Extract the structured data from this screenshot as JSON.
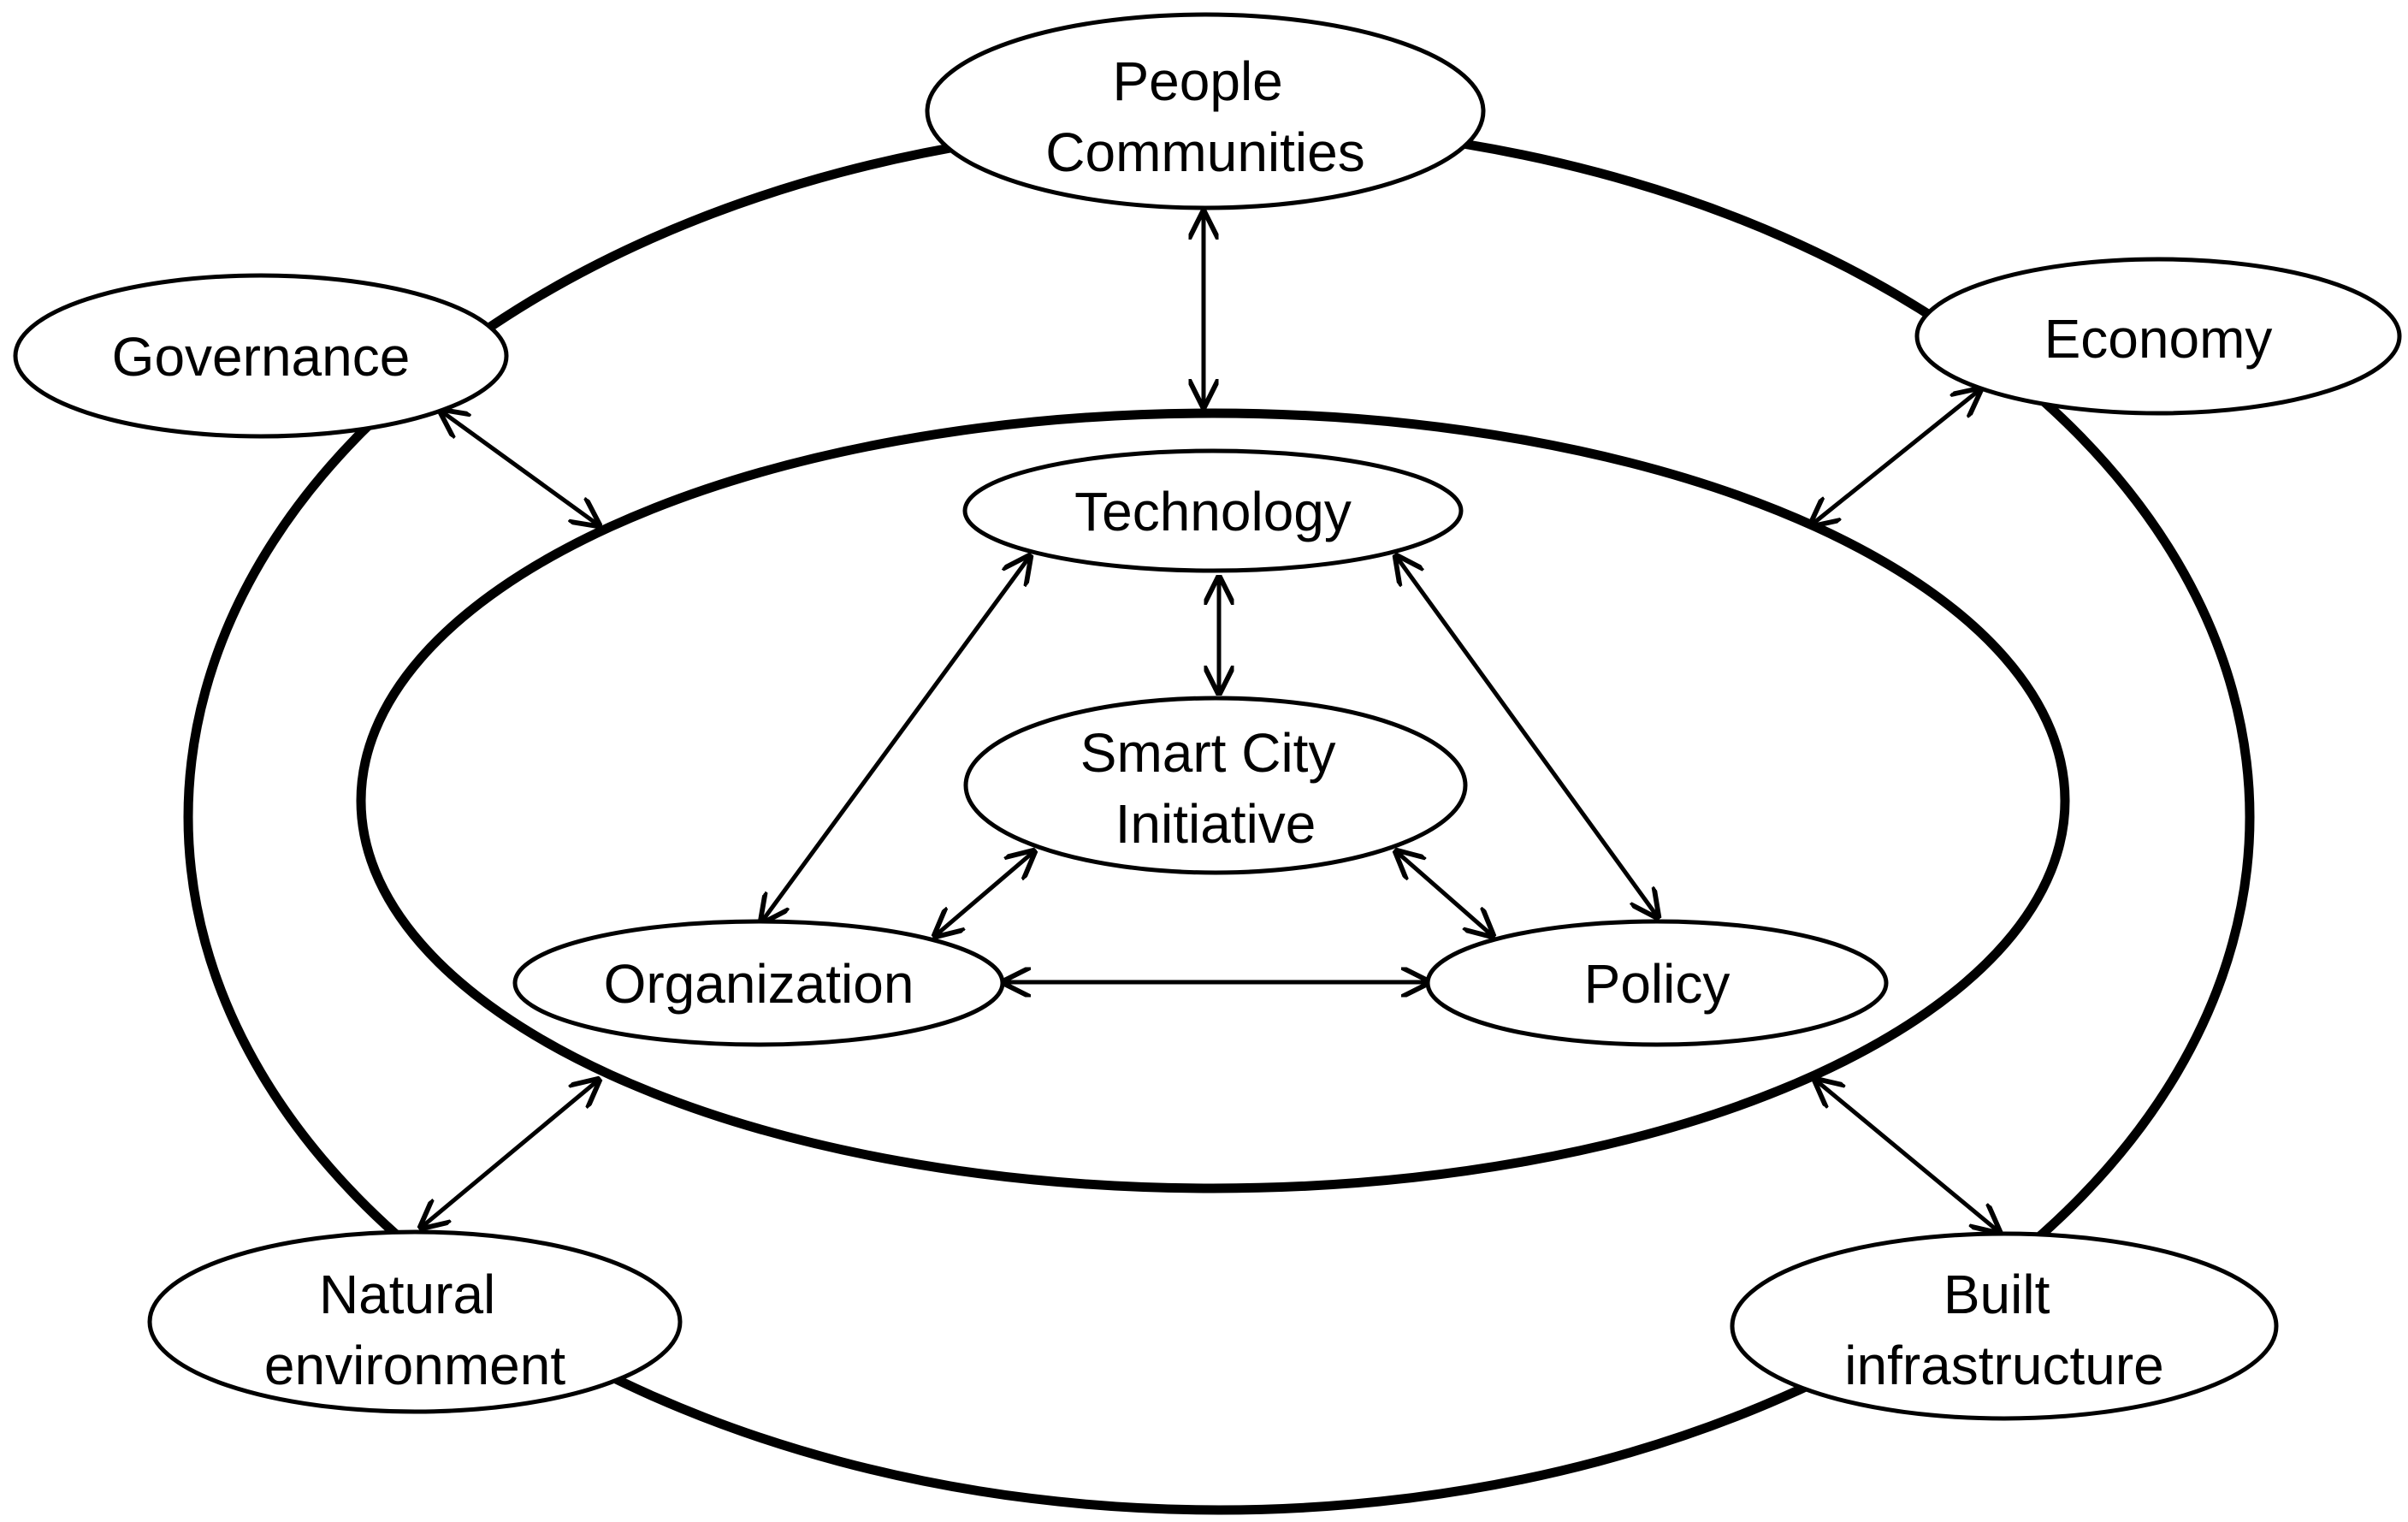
{
  "colors": {
    "stroke": "#000000",
    "fill": "#ffffff",
    "background": "#ffffff"
  },
  "nodes": {
    "people": {
      "line1": "People",
      "line2": "Communities"
    },
    "governance": {
      "line1": "Governance"
    },
    "economy": {
      "line1": "Economy"
    },
    "technology": {
      "line1": "Technology"
    },
    "initiative": {
      "line1": "Smart City",
      "line2": "Initiative"
    },
    "organization": {
      "line1": "Organization"
    },
    "policy": {
      "line1": "Policy"
    },
    "natural": {
      "line1": "Natural",
      "line2": "environment"
    },
    "built": {
      "line1": "Built",
      "line2": "infrastructure"
    }
  },
  "links": [
    {
      "from": "people",
      "to": "inner-core",
      "bidirectional": true
    },
    {
      "from": "governance",
      "to": "inner-core",
      "bidirectional": true
    },
    {
      "from": "economy",
      "to": "inner-core",
      "bidirectional": true
    },
    {
      "from": "natural",
      "to": "inner-core",
      "bidirectional": true
    },
    {
      "from": "built",
      "to": "inner-core",
      "bidirectional": true
    },
    {
      "from": "technology",
      "to": "initiative",
      "bidirectional": true
    },
    {
      "from": "technology",
      "to": "organization",
      "bidirectional": true
    },
    {
      "from": "technology",
      "to": "policy",
      "bidirectional": true
    },
    {
      "from": "initiative",
      "to": "organization",
      "bidirectional": true
    },
    {
      "from": "initiative",
      "to": "policy",
      "bidirectional": true
    },
    {
      "from": "organization",
      "to": "policy",
      "bidirectional": true
    }
  ]
}
